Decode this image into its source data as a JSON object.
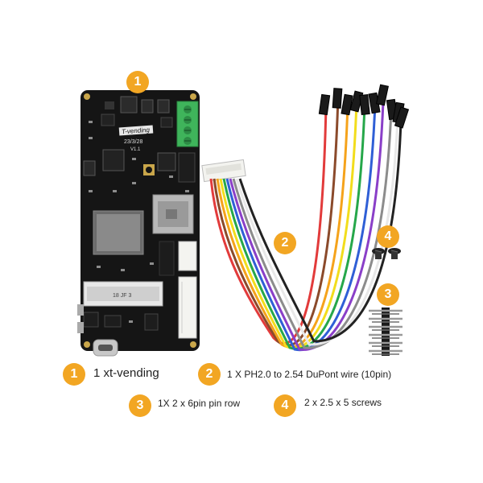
{
  "colors": {
    "badge": "#F2A623",
    "pcb": "#141414",
    "terminal": "#3FB45B"
  },
  "product_image": {
    "board_silkscreen": "T-vending",
    "board_date": "23/3/28",
    "board_version": "V1.1",
    "module_label": "18 JF 3"
  },
  "callouts": [
    {
      "number": "1",
      "text": "1 xt-vending"
    },
    {
      "number": "2",
      "text": "1 X PH2.0 to 2.54 DuPont wire (10pin)"
    },
    {
      "number": "3",
      "text": "1X 2 x 6pin pin row"
    },
    {
      "number": "4",
      "text": "2 x 2.5 x 5 screws"
    }
  ],
  "image_badges": [
    "1",
    "2",
    "3",
    "4"
  ]
}
